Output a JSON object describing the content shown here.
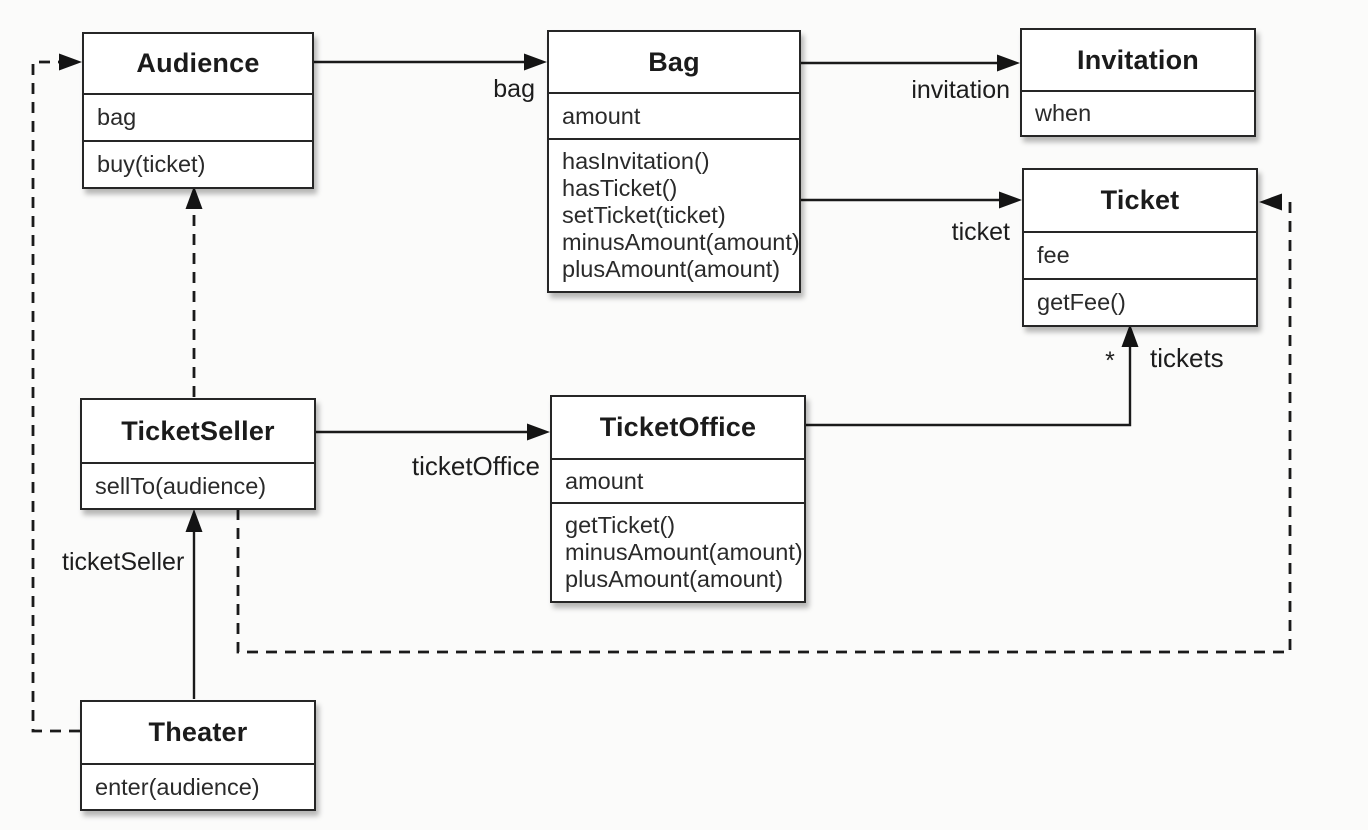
{
  "diagram": {
    "type": "uml-class-diagram",
    "colors": {
      "line": "#1a1a1a",
      "box_background": "#ffffff",
      "box_border": "#262626",
      "page_background": "#fbfbfa",
      "text": "#1f1f1f"
    },
    "classes": [
      {
        "name": "Audience",
        "attributes": [
          "bag"
        ],
        "methods": [
          "buy(ticket)"
        ]
      },
      {
        "name": "Bag",
        "attributes": [
          "amount"
        ],
        "methods": [
          "hasInvitation()",
          "hasTicket()",
          "setTicket(ticket)",
          "minusAmount(amount)",
          "plusAmount(amount)"
        ]
      },
      {
        "name": "Invitation",
        "attributes": [
          "when"
        ],
        "methods": []
      },
      {
        "name": "Ticket",
        "attributes": [
          "fee"
        ],
        "methods": [
          "getFee()"
        ]
      },
      {
        "name": "TicketSeller",
        "attributes": [],
        "methods": [
          "sellTo(audience)"
        ]
      },
      {
        "name": "TicketOffice",
        "attributes": [
          "amount"
        ],
        "methods": [
          "getTicket()",
          "minusAmount(amount)",
          "plusAmount(amount)"
        ]
      },
      {
        "name": "Theater",
        "attributes": [],
        "methods": [
          "enter(audience)"
        ]
      }
    ],
    "edges": [
      {
        "from": "Audience",
        "to": "Bag",
        "style": "solid",
        "label": "bag"
      },
      {
        "from": "Bag",
        "to": "Invitation",
        "style": "solid",
        "label": "invitation"
      },
      {
        "from": "Bag",
        "to": "Ticket",
        "style": "solid",
        "label": "ticket"
      },
      {
        "from": "TicketSeller",
        "to": "TicketOffice",
        "style": "solid",
        "label": "ticketOffice"
      },
      {
        "from": "TicketOffice",
        "to": "Ticket",
        "style": "solid",
        "label": "tickets",
        "multiplicity": "*"
      },
      {
        "from": "Theater",
        "to": "TicketSeller",
        "style": "solid",
        "label": "ticketSeller"
      },
      {
        "from": "TicketSeller",
        "to": "Audience",
        "style": "dashed",
        "label": ""
      },
      {
        "from": "Theater",
        "to": "Audience",
        "style": "dashed",
        "label": ""
      },
      {
        "from": "TicketSeller",
        "to": "Ticket",
        "style": "dashed",
        "label": ""
      }
    ]
  }
}
